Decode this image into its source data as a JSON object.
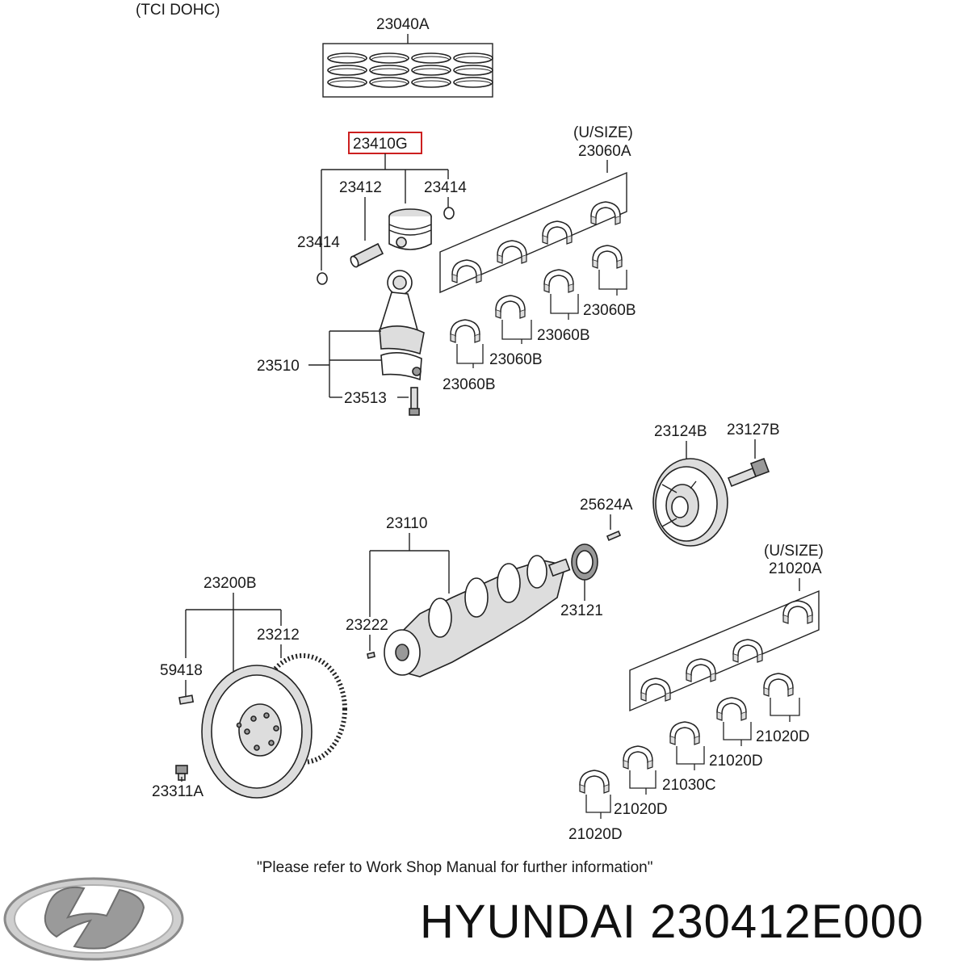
{
  "header": {
    "engine": "(TCI DOHC)"
  },
  "labels": {
    "piston_ring_set": "23040A",
    "piston_assy": "23410G",
    "piston_pin": "23412",
    "snap_ring_right": "23414",
    "snap_ring_left": "23414",
    "conrod_bearing_usize": "(U/SIZE)",
    "conrod_bearing_set": "23060A",
    "conrod_bearing_b1": "23060B",
    "conrod_bearing_b2": "23060B",
    "conrod_bearing_b3": "23060B",
    "conrod_bearing_b4": "23060B",
    "conrod_assy": "23510",
    "conrod_bolt": "23513",
    "damper_pulley": "23124B",
    "pulley_bolt": "23127B",
    "key": "25624A",
    "crankshaft": "23110",
    "crank_sprocket": "23121",
    "pin": "23222",
    "flywheel": "23200B",
    "ring_gear": "23212",
    "dowel": "59418",
    "flywheel_bolt": "23311A",
    "main_bearing_usize": "(U/SIZE)",
    "main_bearing_set": "21020A",
    "main_bearing_d1": "21020D",
    "main_bearing_d2": "21020D",
    "main_bearing_c": "21030C",
    "main_bearing_d3": "21020D",
    "main_bearing_d4": "21020D"
  },
  "footer": {
    "note": "\"Please refer to Work Shop Manual for further information\"",
    "brand_part": "HYUNDAI 230412E000",
    "logo": "hyundai-logo"
  },
  "colors": {
    "highlight": "#cc1f1f",
    "line": "#222222",
    "text": "#1a1a1a"
  }
}
